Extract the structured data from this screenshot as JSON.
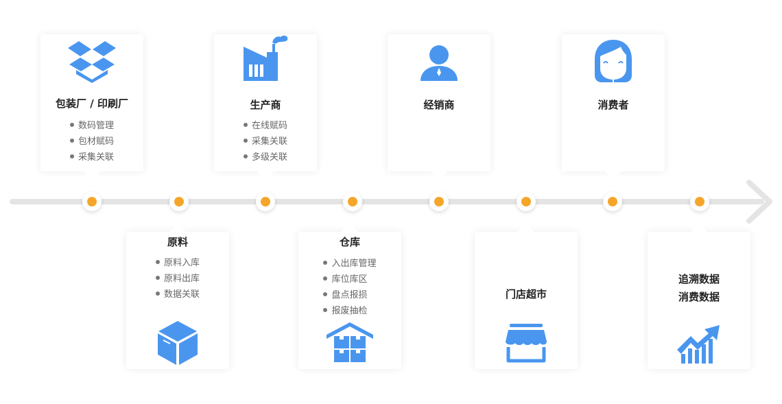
{
  "colors": {
    "accent": "#4a96ef",
    "node": "#f5a62a",
    "track": "#e4e4e4"
  },
  "timeline": {
    "nodes": 8,
    "direction_icon": "arrow-right-icon"
  },
  "stages": [
    {
      "position": "top",
      "title": "包装厂 / 印刷厂",
      "icon": "open-box-icon",
      "items": [
        "数码管理",
        "包材赋码",
        "采集关联"
      ]
    },
    {
      "position": "bottom",
      "title": "原料",
      "icon": "cube-icon",
      "items": [
        "原料入库",
        "原料出库",
        "数据关联"
      ]
    },
    {
      "position": "top",
      "title": "生产商",
      "icon": "factory-icon",
      "items": [
        "在线赋码",
        "采集关联",
        "多级关联"
      ]
    },
    {
      "position": "bottom",
      "title": "仓库",
      "icon": "warehouse-icon",
      "items": [
        "入出库管理",
        "库位库区",
        "盘点报损",
        "报废抽检"
      ]
    },
    {
      "position": "top",
      "title": "经销商",
      "icon": "business-person-icon",
      "items": []
    },
    {
      "position": "bottom",
      "title": "门店超市",
      "icon": "storefront-icon",
      "items": []
    },
    {
      "position": "top",
      "title": "消费者",
      "icon": "consumer-face-icon",
      "items": []
    },
    {
      "position": "bottom",
      "title_lines": [
        "追溯数据",
        "消费数据"
      ],
      "icon": "growth-chart-icon",
      "items": []
    }
  ]
}
